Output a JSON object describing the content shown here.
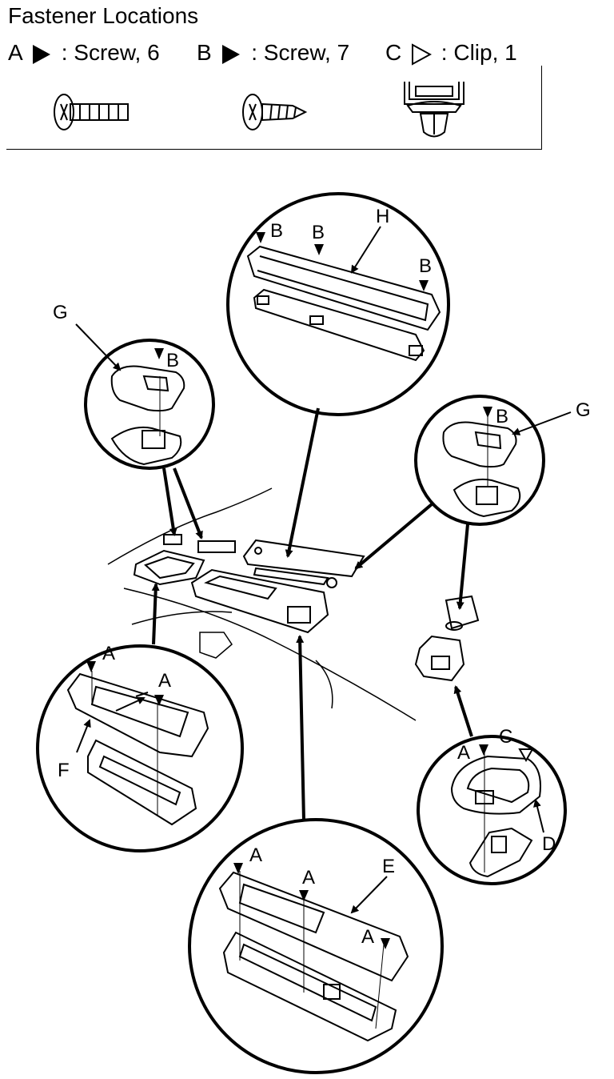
{
  "title": "Fastener Locations",
  "legend": [
    {
      "letter": "A",
      "marker": "filled-triangle",
      "text": ": Screw, 6"
    },
    {
      "letter": "B",
      "marker": "filled-triangle",
      "text": ": Screw, 7"
    },
    {
      "letter": "C",
      "marker": "outline-triangle",
      "text": ": Clip, 1"
    }
  ],
  "fastener_icons": [
    "screw-machine-icon",
    "screw-tapping-icon",
    "clip-icon"
  ],
  "callouts": {
    "H": "H",
    "G": "G",
    "B": "B",
    "A": "A",
    "C": "C",
    "D": "D",
    "E": "E",
    "F": "F"
  }
}
